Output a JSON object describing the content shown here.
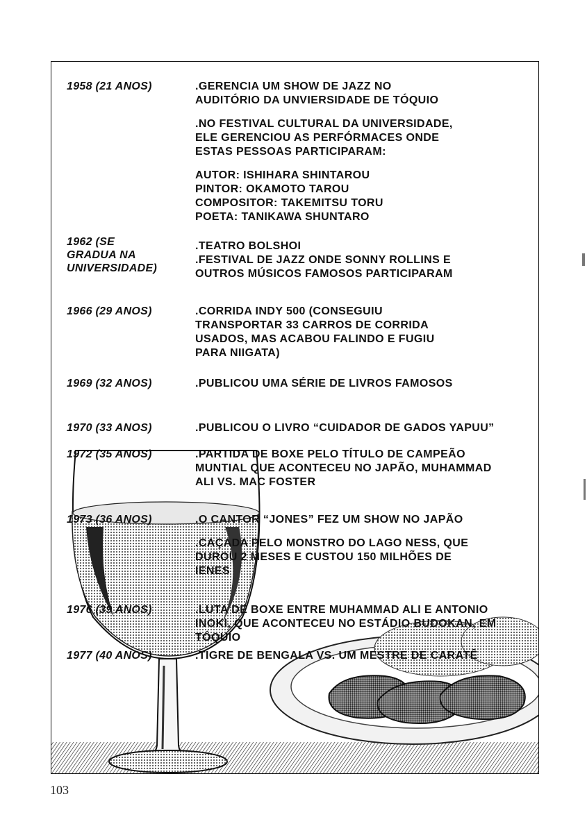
{
  "page_number": "103",
  "timeline": [
    {
      "year": "1958 (21 ANOS)",
      "events": [
        ".GERENCIA UM SHOW DE JAZZ NO\nAUDITÓRIO DA UNVIERSIDADE DE TÓQUIO",
        ".NO FESTIVAL CULTURAL DA UNIVERSIDADE,\nELE GERENCIOU AS PERFÓRMACES ONDE\nESTAS PESSOAS PARTICIPARAM:"
      ],
      "credits": "AUTOR: ISHIHARA SHINTAROU\nPINTOR: OKAMOTO TAROU\nCOMPOSITOR: TAKEMITSU TORU\nPOETA: TANIKAWA SHUNTARO"
    },
    {
      "year": "1962 (SE\nGRADUA NA\nUNIVERSIDADE)",
      "events": [
        ".TEATRO BOLSHOI\n.FESTIVAL DE JAZZ ONDE SONNY ROLLINS E\nOUTROS MÚSICOS FAMOSOS PARTICIPARAM"
      ]
    },
    {
      "year": "1966 (29 ANOS)",
      "events": [
        ".CORRIDA INDY 500 (CONSEGUIU\nTRANSPORTAR 33 CARROS DE CORRIDA\nUSADOS, MAS ACABOU FALINDO E FUGIU\nPARA NIIGATA)"
      ]
    },
    {
      "year": "1969 (32 ANOS)",
      "events": [
        ".PUBLICOU UMA SÉRIE DE LIVROS FAMOSOS"
      ]
    },
    {
      "year": "1970 (33 ANOS)",
      "events": [
        ".PUBLICOU O LIVRO “CUIDADOR DE GADOS YAPUU”"
      ]
    },
    {
      "year": "1972 (35 ANOS)",
      "events": [
        ".PARTIDA DE BOXE PELO TÍTULO DE CAMPEÃO\nMUNTIAL QUE ACONTECEU NO JAPÃO, MUHAMMAD\nALI VS. MAC FOSTER"
      ]
    },
    {
      "year": "1973 (36 ANOS)",
      "events": [
        ".O CANTOR “JONES” FEZ UM SHOW NO JAPÃO",
        ".CAÇADA PELO MONSTRO DO LAGO NESS, QUE\nDUROU 2 MESES E CUSTOU 150 MILHÕES DE\nIENES"
      ]
    },
    {
      "year": "1976 (39 ANOS)",
      "events": [
        ".LUTA DE BOXE ENTRE MUHAMMAD ALI E ANTONIO\nINOKI, QUE ACONTECEU NO ESTÁDIO BUDOKAN, EM\nTÓQUIO"
      ]
    },
    {
      "year": "1977 (40 ANOS)",
      "events": [
        ".TIGRE DE BENGALA VS. UM MESTRE DE CARATÊ"
      ]
    }
  ]
}
